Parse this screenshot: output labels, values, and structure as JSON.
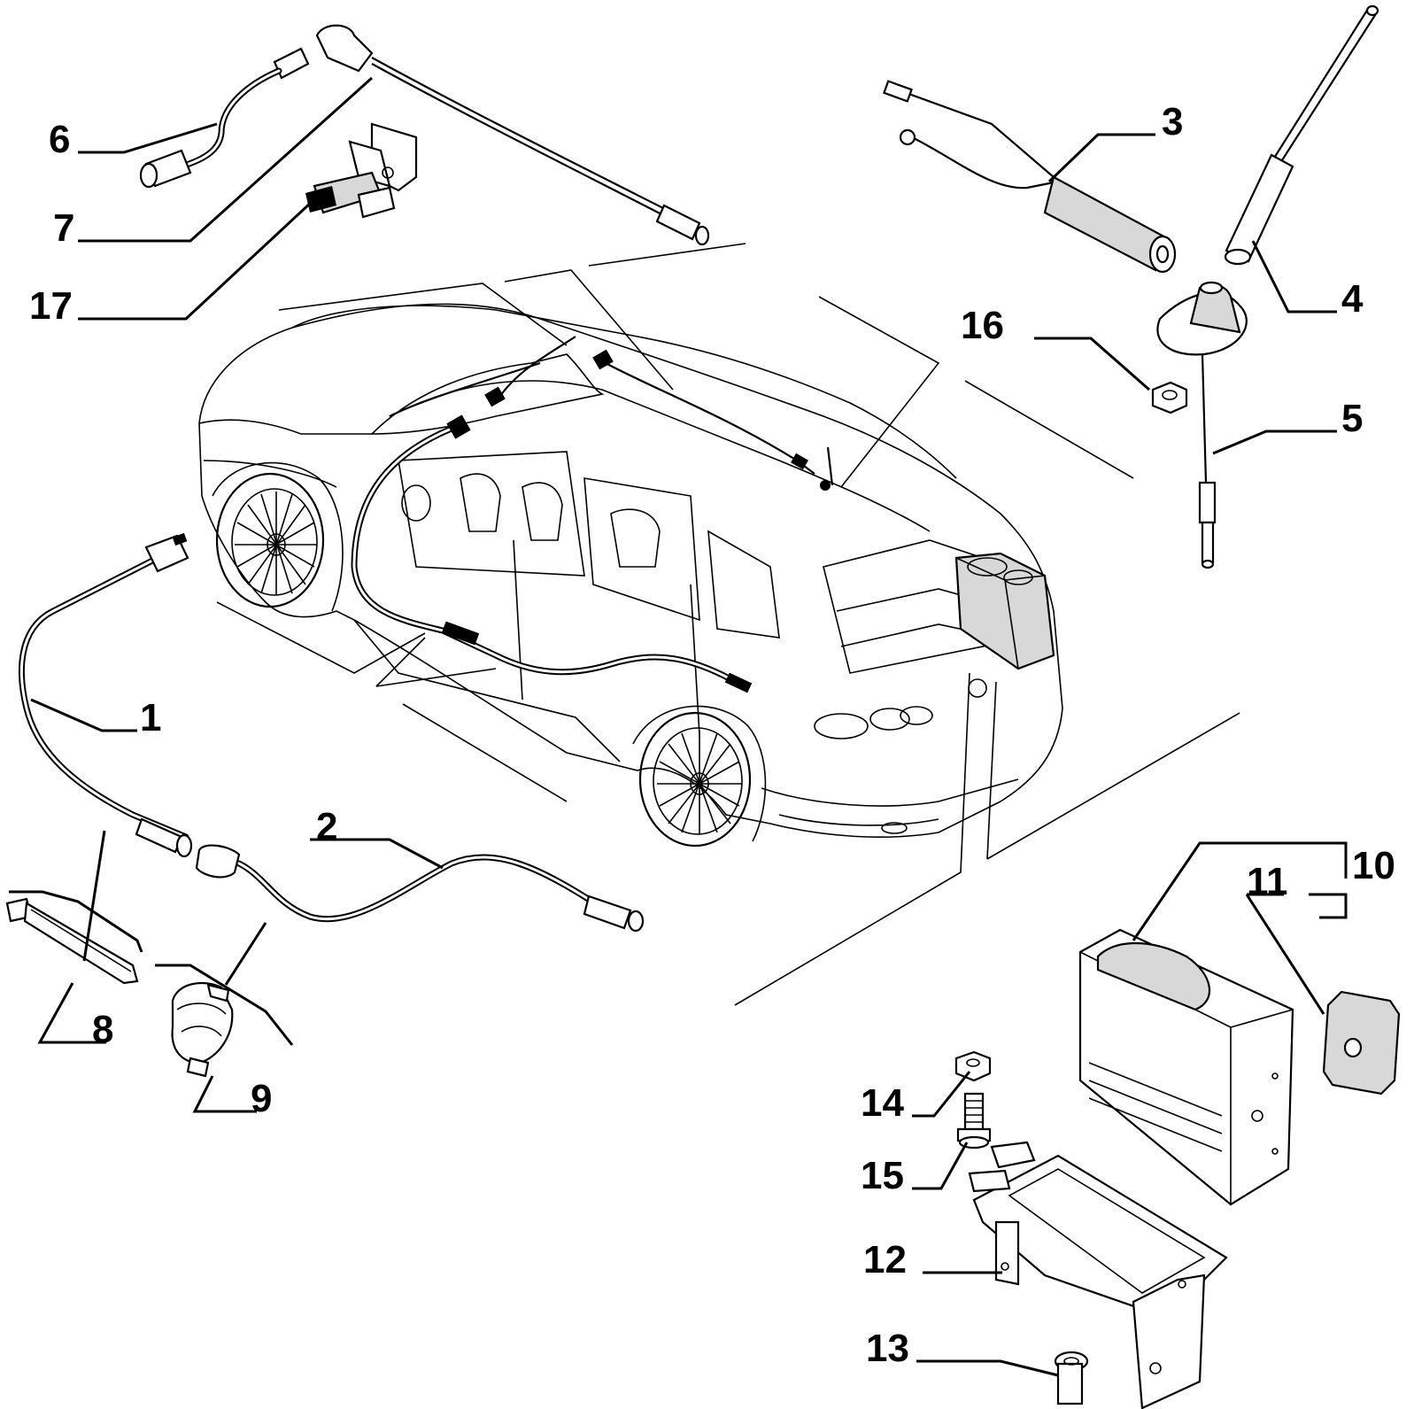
{
  "diagram": {
    "callouts": [
      {
        "id": "1",
        "label": "1"
      },
      {
        "id": "2",
        "label": "2"
      },
      {
        "id": "3",
        "label": "3"
      },
      {
        "id": "4",
        "label": "4"
      },
      {
        "id": "5",
        "label": "5"
      },
      {
        "id": "6",
        "label": "6"
      },
      {
        "id": "7",
        "label": "7"
      },
      {
        "id": "8",
        "label": "8"
      },
      {
        "id": "9",
        "label": "9"
      },
      {
        "id": "10",
        "label": "10"
      },
      {
        "id": "11",
        "label": "11"
      },
      {
        "id": "12",
        "label": "12"
      },
      {
        "id": "13",
        "label": "13"
      },
      {
        "id": "14",
        "label": "14"
      },
      {
        "id": "15",
        "label": "15"
      },
      {
        "id": "16",
        "label": "16"
      },
      {
        "id": "17",
        "label": "17"
      }
    ],
    "colors": {
      "ink": "#000000",
      "paper": "#ffffff",
      "fill": "#d8d8d8"
    }
  }
}
